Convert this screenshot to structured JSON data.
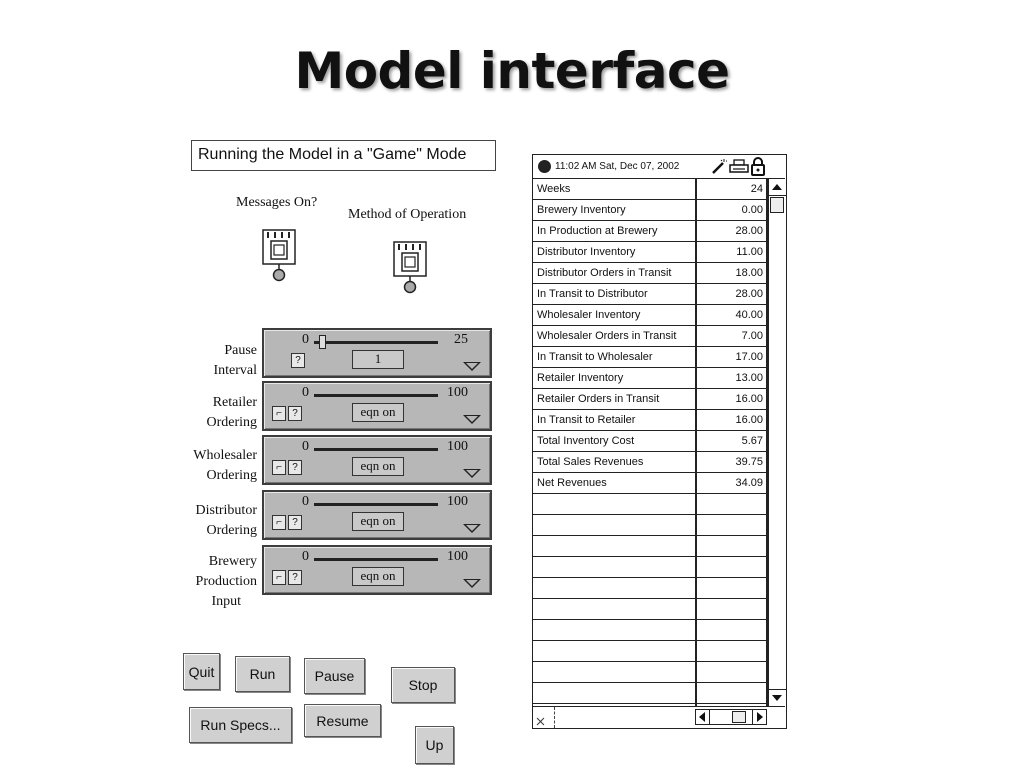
{
  "title": "Model interface",
  "mode_label": "Running the Model in a \"Game\" Mode",
  "switches": {
    "messages_label": "Messages On?",
    "method_label": "Method of Operation"
  },
  "sliders": [
    {
      "label_lines": [
        "Pause",
        "Interval"
      ],
      "min": "0",
      "max": "25",
      "value": "1",
      "position": 0.04,
      "has_thumb": true,
      "has_graph_btn": false
    },
    {
      "label_lines": [
        "Retailer",
        "Ordering"
      ],
      "min": "0",
      "max": "100",
      "value": "eqn on",
      "has_thumb": false,
      "has_graph_btn": true
    },
    {
      "label_lines": [
        "Wholesaler",
        "Ordering"
      ],
      "min": "0",
      "max": "100",
      "value": "eqn on",
      "has_thumb": false,
      "has_graph_btn": true
    },
    {
      "label_lines": [
        "Distributor",
        "Ordering"
      ],
      "min": "0",
      "max": "100",
      "value": "eqn on",
      "has_thumb": false,
      "has_graph_btn": true
    },
    {
      "label_lines": [
        "Brewery",
        "Production",
        "Input"
      ],
      "min": "0",
      "max": "100",
      "value": "eqn on",
      "has_thumb": false,
      "has_graph_btn": true
    }
  ],
  "slider_help": "?",
  "buttons": {
    "quit": "Quit",
    "run": "Run",
    "pause": "Pause",
    "stop": "Stop",
    "run_specs": "Run Specs...",
    "resume": "Resume",
    "up": "Up"
  },
  "table": {
    "clock": "11:02 AM   Sat, Dec 07, 2002",
    "rows": [
      {
        "label": "Weeks",
        "value": "24"
      },
      {
        "label": "Brewery Inventory",
        "value": "0.00"
      },
      {
        "label": "In Production at Brewery",
        "value": "28.00"
      },
      {
        "label": "Distributor Inventory",
        "value": "11.00"
      },
      {
        "label": "Distributor Orders in Transit",
        "value": "18.00"
      },
      {
        "label": "In Transit to Distributor",
        "value": "28.00"
      },
      {
        "label": "Wholesaler Inventory",
        "value": "40.00"
      },
      {
        "label": "Wholesaler Orders in Transit",
        "value": "7.00"
      },
      {
        "label": "In Transit to Wholesaler",
        "value": "17.00"
      },
      {
        "label": "Retailer Inventory",
        "value": "13.00"
      },
      {
        "label": "Retailer Orders in Transit",
        "value": "16.00"
      },
      {
        "label": "In Transit to Retailer",
        "value": "16.00"
      },
      {
        "label": "Total Inventory Cost",
        "value": "5.67"
      },
      {
        "label": "Total Sales Revenues",
        "value": "39.75"
      },
      {
        "label": "Net Revenues",
        "value": "34.09"
      }
    ],
    "empty_rows": 10
  }
}
